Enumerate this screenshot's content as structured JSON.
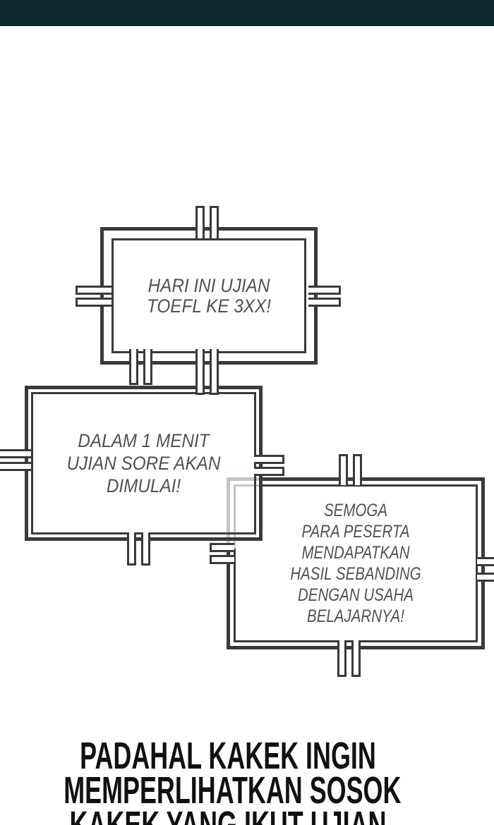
{
  "top_bar": {
    "color": "#0d2930"
  },
  "colors": {
    "background": "#ffffff",
    "box_border": "#3a3a3a",
    "bubble_text": "#515151",
    "ghost_overlap": "#c9c4c1",
    "caption_text": "#111111"
  },
  "bubbles": [
    {
      "id": "announcement-1",
      "lines": [
        "HARI INI UJIAN",
        "TOEFL KE 3XX!"
      ]
    },
    {
      "id": "announcement-2",
      "lines": [
        "DALAM 1 MENIT",
        "UJIAN SORE AKAN",
        "DIMULAI!"
      ]
    },
    {
      "id": "announcement-3",
      "lines": [
        "SEMOGA",
        "PARA PESERTA",
        "MENDAPATKAN",
        "HASIL SEBANDING",
        "DENGAN USAHA",
        "BELAJARNYA!"
      ]
    }
  ],
  "caption": {
    "lines": [
      "PADAHAL KAKEK INGIN",
      "MEMPERLIHATKAN SOSOK",
      "KAKEK YANG IKUT UJIAN"
    ]
  }
}
